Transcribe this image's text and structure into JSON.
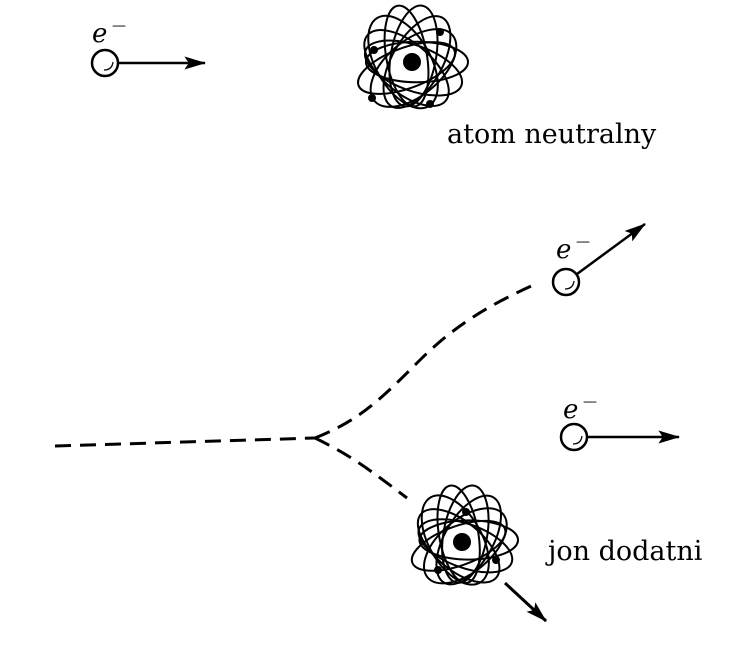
{
  "electron_label": "e",
  "electron_charge": "—",
  "neutral_atom_label": "atom neutralny",
  "positive_ion_label": "jon dodatni",
  "colors": {
    "ink": "#000000",
    "background": "#ffffff"
  }
}
